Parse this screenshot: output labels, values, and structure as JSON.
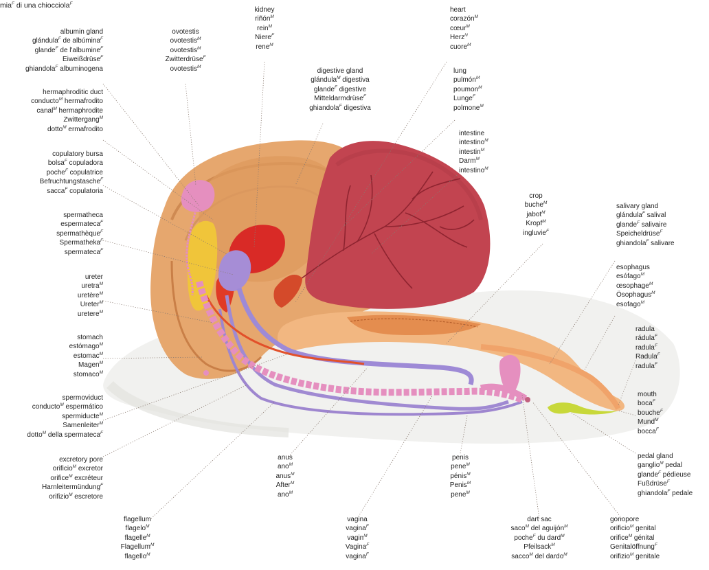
{
  "title": "mia",
  "title_gender": "F",
  "title_rest": " di una chiocciola",
  "title_gender2": "F",
  "labels": {
    "albumin_gland": [
      [
        "albumin gland",
        ""
      ],
      [
        "glándula",
        "F",
        " de albúmina",
        "F"
      ],
      [
        "glande",
        "F",
        " de l'albumine",
        "F"
      ],
      [
        "Eiweißdrüse",
        "F"
      ],
      [
        "ghiandola",
        "F",
        " albuminogena",
        ""
      ]
    ],
    "ovotestis": [
      [
        "ovotestis",
        ""
      ],
      [
        "ovotestis",
        "M"
      ],
      [
        "ovotestis",
        "M"
      ],
      [
        "Zwitterdrüse",
        "F"
      ],
      [
        "ovotestis",
        "M"
      ]
    ],
    "kidney": [
      [
        "kidney",
        ""
      ],
      [
        "riñón",
        "M"
      ],
      [
        "rein",
        "M"
      ],
      [
        "Niere",
        "F"
      ],
      [
        "rene",
        "M"
      ]
    ],
    "heart": [
      [
        "heart",
        ""
      ],
      [
        "corazón",
        "M"
      ],
      [
        "cœur",
        "M"
      ],
      [
        "Herz",
        "N"
      ],
      [
        "cuore",
        "M"
      ]
    ],
    "digestive_gland": [
      [
        "digestive gland",
        ""
      ],
      [
        "glándula",
        "M",
        " digestiva",
        ""
      ],
      [
        "glande",
        "F",
        " digestive",
        ""
      ],
      [
        "Mitteldarmdrüse",
        "F"
      ],
      [
        "ghiandola",
        "F",
        " digestiva",
        ""
      ]
    ],
    "lung": [
      [
        "lung",
        ""
      ],
      [
        "pulmón",
        "M"
      ],
      [
        "poumon",
        "M"
      ],
      [
        "Lunge",
        "F"
      ],
      [
        "polmone",
        "M"
      ]
    ],
    "intestine": [
      [
        "intestine",
        ""
      ],
      [
        "intestino",
        "M"
      ],
      [
        "intestin",
        "M"
      ],
      [
        "Darm",
        "M"
      ],
      [
        "intestino",
        "M"
      ]
    ],
    "hermaphroditic_duct": [
      [
        "hermaphroditic duct",
        ""
      ],
      [
        "conducto",
        "M",
        " hermafrodito",
        ""
      ],
      [
        "canal",
        "M",
        " hermaphrodite",
        ""
      ],
      [
        "Zwittergang",
        "M"
      ],
      [
        "dotto",
        "M",
        " ermafrodito",
        ""
      ]
    ],
    "copulatory_bursa": [
      [
        "copulatory bursa",
        ""
      ],
      [
        "bolsa",
        "F",
        " copuladora",
        ""
      ],
      [
        "poche",
        "F",
        " copulatrice",
        ""
      ],
      [
        "Befruchtungstasche",
        "F"
      ],
      [
        "sacca",
        "F",
        " copulatoria",
        ""
      ]
    ],
    "spermatheca": [
      [
        "spermatheca",
        ""
      ],
      [
        "espermateca",
        "F"
      ],
      [
        "spermathèque",
        "F"
      ],
      [
        "Spermatheka",
        "F"
      ],
      [
        "spermateca",
        "F"
      ]
    ],
    "ureter": [
      [
        "ureter",
        ""
      ],
      [
        "uretra",
        "M"
      ],
      [
        "uretère",
        "M"
      ],
      [
        "Ureter",
        "M"
      ],
      [
        "uretere",
        "M"
      ]
    ],
    "stomach": [
      [
        "stomach",
        ""
      ],
      [
        "estómago",
        "M"
      ],
      [
        "estomac",
        "M"
      ],
      [
        "Magen",
        "M"
      ],
      [
        "stomaco",
        "M"
      ]
    ],
    "spermoviduct": [
      [
        "spermoviduct",
        ""
      ],
      [
        "conducto",
        "M",
        " espermático",
        ""
      ],
      [
        "spermiducte",
        "M"
      ],
      [
        "Samenleiter",
        "M"
      ],
      [
        "dotto",
        "M",
        " della spermateca",
        "F"
      ]
    ],
    "excretory_pore": [
      [
        "excretory pore",
        ""
      ],
      [
        "orificio",
        "M",
        " excretor",
        ""
      ],
      [
        "orifice",
        "M",
        " excréteur",
        ""
      ],
      [
        "Harnleitermündung",
        "F"
      ],
      [
        "orifizio",
        "M",
        " escretore",
        ""
      ]
    ],
    "crop": [
      [
        "crop",
        ""
      ],
      [
        "buche",
        "M"
      ],
      [
        "jabot",
        "M"
      ],
      [
        "Kropf",
        "M"
      ],
      [
        "ingluvie",
        "F"
      ]
    ],
    "salivary_gland": [
      [
        "salivary gland",
        ""
      ],
      [
        "glándula",
        "F",
        " salival",
        ""
      ],
      [
        "glande",
        "F",
        " salivaire",
        ""
      ],
      [
        "Speicheldrüse",
        "F"
      ],
      [
        "ghiandola",
        "F",
        " salivare",
        ""
      ]
    ],
    "esophagus": [
      [
        "esophagus",
        ""
      ],
      [
        "esófago",
        "M"
      ],
      [
        "œsophage",
        "M"
      ],
      [
        "Ösophagus",
        "M"
      ],
      [
        "esofago",
        "M"
      ]
    ],
    "radula": [
      [
        "radula",
        ""
      ],
      [
        "rádula",
        "F"
      ],
      [
        "radula",
        "F"
      ],
      [
        "Radula",
        "F"
      ],
      [
        "radula",
        "F"
      ]
    ],
    "mouth": [
      [
        "mouth",
        ""
      ],
      [
        "boca",
        "F"
      ],
      [
        "bouche",
        "F"
      ],
      [
        "Mund",
        "M"
      ],
      [
        "bocca",
        "F"
      ]
    ],
    "pedal_gland": [
      [
        "pedal gland",
        ""
      ],
      [
        "ganglio",
        "M",
        " pedal",
        ""
      ],
      [
        "glande",
        "F",
        " pédieuse",
        ""
      ],
      [
        "Fußdrüse",
        "F"
      ],
      [
        "ghiandola",
        "F",
        " pedale",
        ""
      ]
    ],
    "anus": [
      [
        "anus",
        ""
      ],
      [
        "ano",
        "M"
      ],
      [
        "anus",
        "M"
      ],
      [
        "After",
        "M"
      ],
      [
        "ano",
        "M"
      ]
    ],
    "penis": [
      [
        "penis",
        ""
      ],
      [
        "pene",
        "M"
      ],
      [
        "pénis",
        "M"
      ],
      [
        "Penis",
        "M"
      ],
      [
        "pene",
        "M"
      ]
    ],
    "flagellum": [
      [
        "flagellum",
        ""
      ],
      [
        "flagelo",
        "M"
      ],
      [
        "flagelle",
        "M"
      ],
      [
        "Flagellum",
        "M"
      ],
      [
        "flagello",
        "M"
      ]
    ],
    "vagina": [
      [
        "vagina",
        ""
      ],
      [
        "vagina",
        "F"
      ],
      [
        "vagin",
        "M"
      ],
      [
        "Vagina",
        "F"
      ],
      [
        "vagina",
        "F"
      ]
    ],
    "dart_sac": [
      [
        "dart sac",
        ""
      ],
      [
        "saco",
        "M",
        " del aguijón",
        "M"
      ],
      [
        "poche",
        "F",
        " du dard",
        "M"
      ],
      [
        "Pfeilsack",
        "M"
      ],
      [
        "sacco",
        "M",
        " del dardo",
        "M"
      ]
    ],
    "gonopore": [
      [
        "gonopore",
        ""
      ],
      [
        "orificio",
        "M",
        " genital",
        ""
      ],
      [
        "orifice",
        "M",
        " génital",
        ""
      ],
      [
        "Genitalöffnung",
        "F"
      ],
      [
        "orifizio",
        "M",
        " genitale",
        ""
      ]
    ]
  },
  "colors": {
    "shell": "#e3a36a",
    "digestive_gland": "#dd9a5e",
    "lung": "#c24450",
    "kidney": "#d92a26",
    "spermatheca": "#a68dd6",
    "albumin_gland": "#f0c53a",
    "pink_organs": "#e58fbf",
    "foot": "#eeeeea",
    "intestine": "#f2b781",
    "pedal_gland": "#c8d83a"
  }
}
